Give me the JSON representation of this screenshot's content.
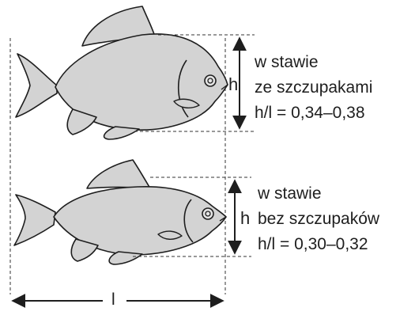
{
  "figure": {
    "fish_top": {
      "height_symbol": "h",
      "caption_lines": [
        "w stawie",
        "ze szczupakami",
        "h/l = 0,34–0,38"
      ]
    },
    "fish_bottom": {
      "height_symbol": "h",
      "caption_lines": [
        "w stawie",
        "bez szczupaków",
        "h/l = 0,30–0,32"
      ]
    },
    "length_symbol": "l"
  },
  "colors": {
    "fish_fill": "#d3d3d3",
    "stroke": "#1e1e1e",
    "background": "#ffffff"
  }
}
